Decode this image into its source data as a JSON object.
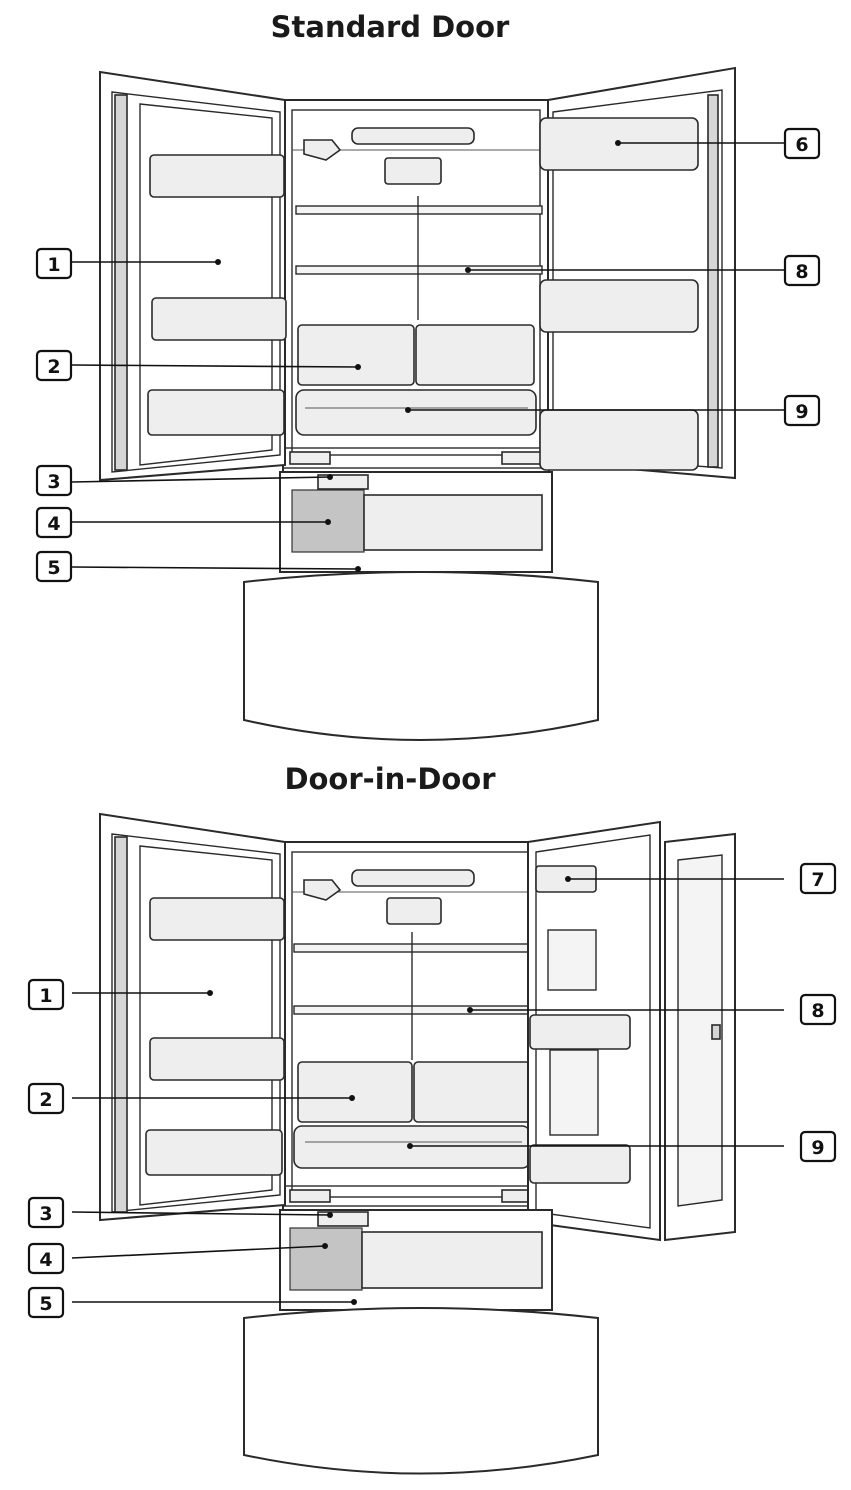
{
  "diagrams": [
    {
      "title": "Standard Door",
      "callouts": [
        "1",
        "2",
        "3",
        "4",
        "5",
        "6",
        "8",
        "9"
      ]
    },
    {
      "title": "Door-in-Door",
      "callouts": [
        "1",
        "2",
        "3",
        "4",
        "5",
        "7",
        "8",
        "9"
      ]
    }
  ]
}
